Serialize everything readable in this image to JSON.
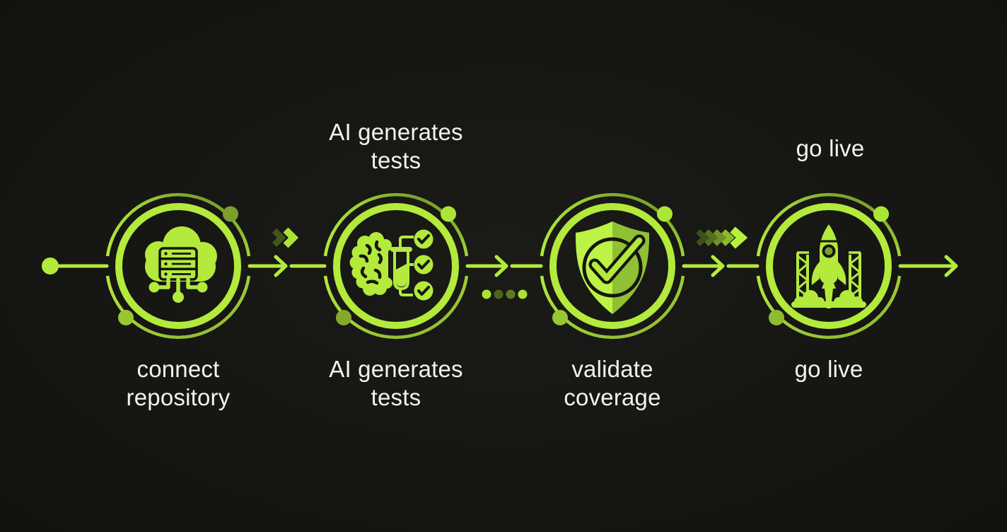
{
  "diagram": {
    "type": "process-flow",
    "colors": {
      "background": "#161614",
      "accent_green": "#b3ea3c",
      "accent_olive": "#7d9e2c",
      "accent_dark_olive": "#42561d",
      "text": "#f2f2ee"
    },
    "steps": [
      {
        "name": "connect repository",
        "icon": "cloud-server-icon",
        "top_label": [],
        "bottom_label": [
          "connect",
          "repository"
        ]
      },
      {
        "name": "AI generates tests",
        "icon": "brain-tests-icon",
        "top_label": [
          "AI generates",
          "tests"
        ],
        "bottom_label": [
          "AI generates",
          "tests"
        ]
      },
      {
        "name": "validate coverage",
        "icon": "shield-check-icon",
        "top_label": [],
        "bottom_label": [
          "validate",
          "coverage"
        ]
      },
      {
        "name": "go live",
        "icon": "rocket-launch-icon",
        "top_label": [
          "go live"
        ],
        "bottom_label": [
          "go live"
        ]
      }
    ]
  }
}
